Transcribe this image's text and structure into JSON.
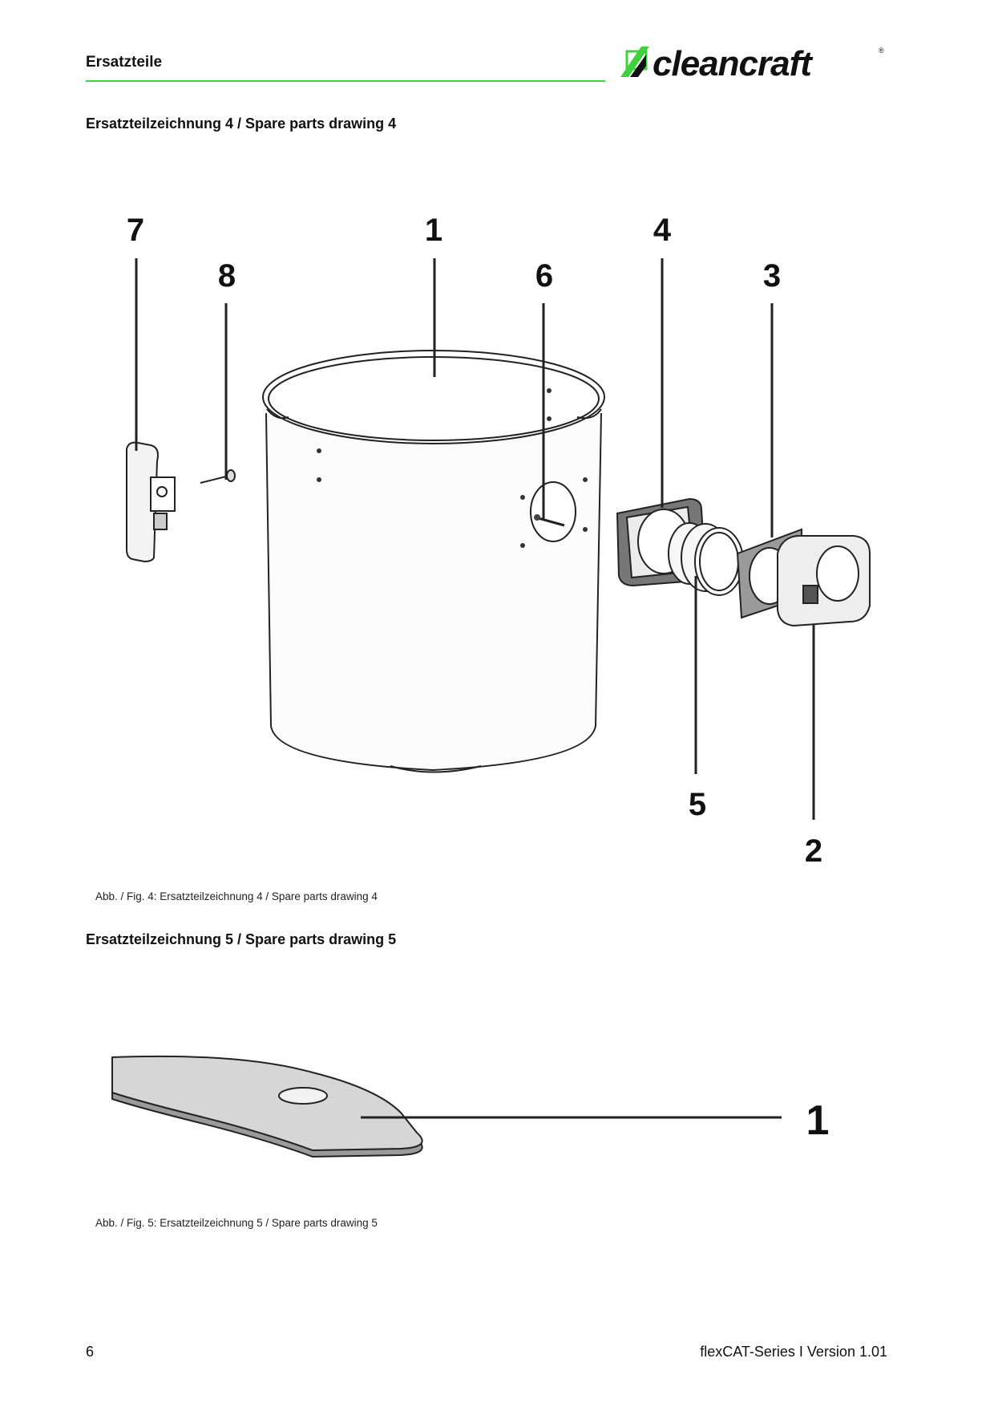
{
  "header": {
    "title": "Ersatzteile",
    "logo_text": "cleancraft",
    "accent_color": "#3fd23f"
  },
  "drawing4": {
    "title": "Ersatzteilzeichnung 4 / Spare parts drawing 4",
    "caption": "Abb. / Fig. 4: Ersatzteilzeichnung 4 / Spare parts drawing 4",
    "callouts": [
      "1",
      "2",
      "3",
      "4",
      "5",
      "6",
      "7",
      "8"
    ]
  },
  "drawing5": {
    "title": "Ersatzteilzeichnung 5 / Spare parts drawing 5",
    "caption": "Abb. / Fig.  5: Ersatzteilzeichnung 5 / Spare parts drawing 5",
    "callouts": [
      "1"
    ]
  },
  "footer": {
    "page_number": "6",
    "doc_version": "flexCAT-Series I Version 1.01"
  }
}
